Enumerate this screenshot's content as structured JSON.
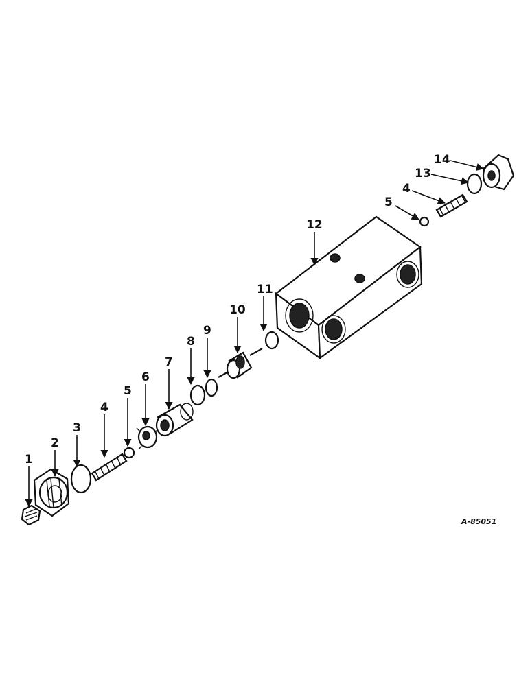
{
  "diagram": {
    "figure_number": "A-85051",
    "callouts": [
      "1",
      "2",
      "3",
      "4",
      "5",
      "6",
      "7",
      "8",
      "9",
      "10",
      "11",
      "12",
      "13",
      "14",
      "4",
      "5"
    ]
  }
}
